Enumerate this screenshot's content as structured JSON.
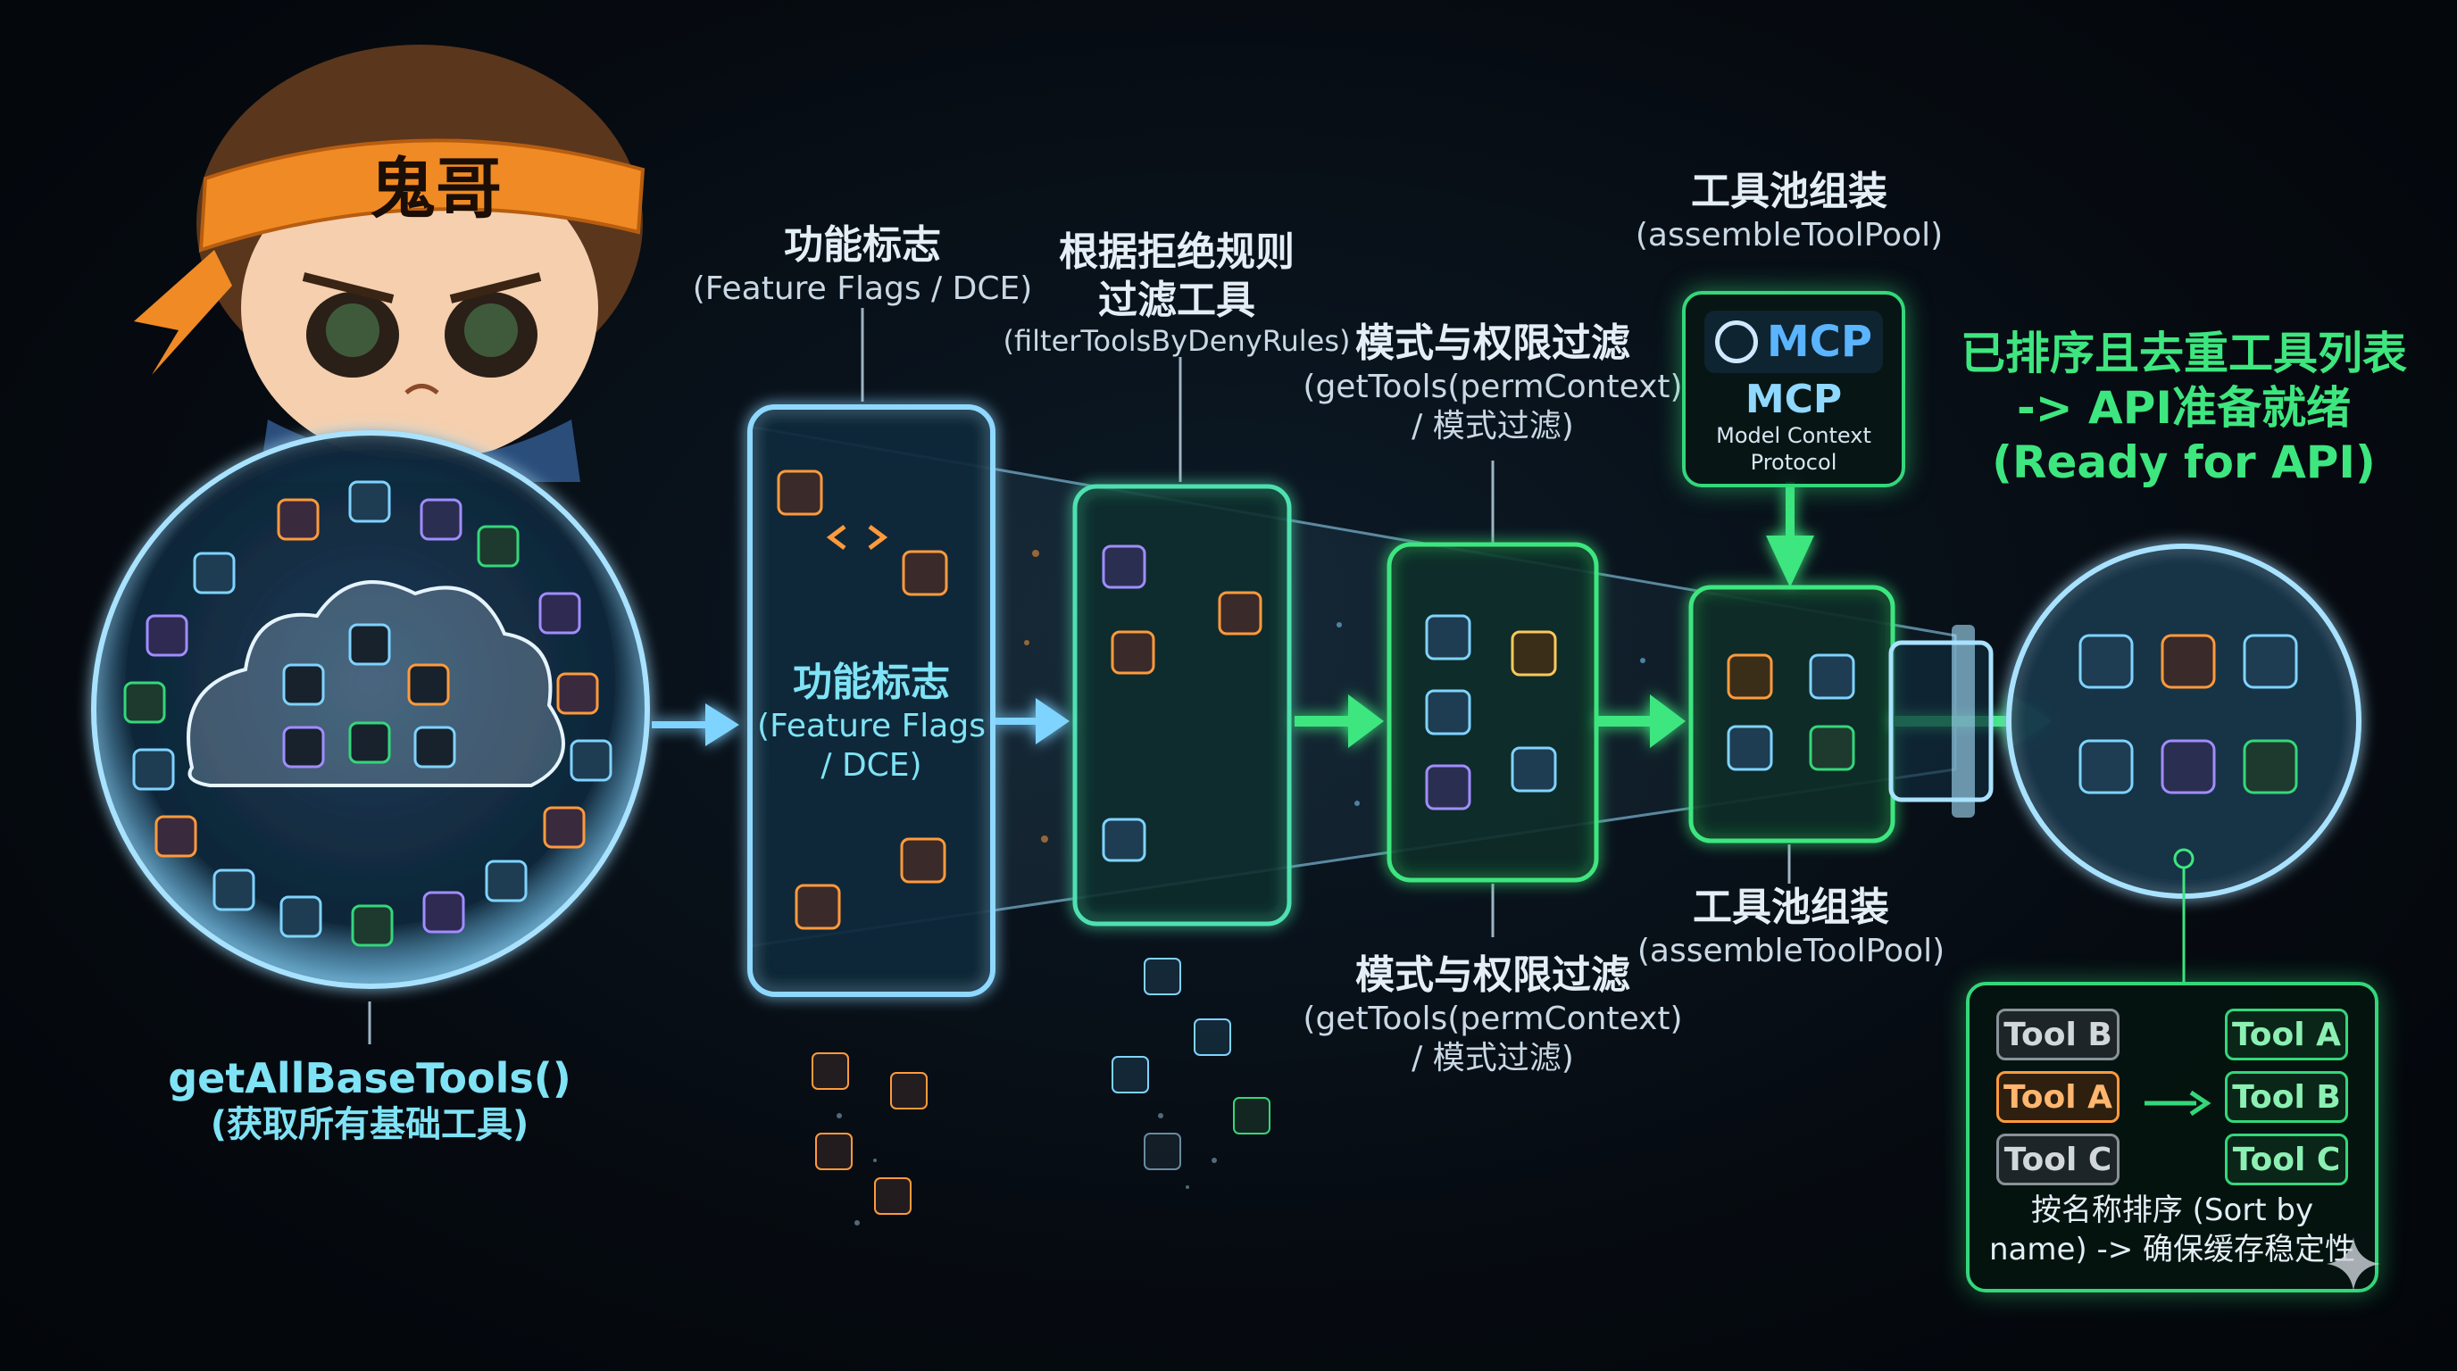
{
  "character": {
    "headband_text": "鬼哥"
  },
  "source": {
    "title": "getAllBaseTools()",
    "subtitle": "(获取所有基础工具)"
  },
  "stages": {
    "feature_flags": {
      "label_zh": "功能标志",
      "label_en": "(Feature Flags / DCE)",
      "inner_zh": "功能标志",
      "inner_en1": "(Feature Flags",
      "inner_en2": "/ DCE)"
    },
    "deny_rules": {
      "label_zh1": "根据拒绝规则",
      "label_zh2": "过滤工具",
      "label_en": "(filterToolsByDenyRules)"
    },
    "permission": {
      "top_zh": "模式与权限过滤",
      "top_en": "(getTools(permContext)",
      "top_en2": "/ 模式过滤)",
      "bottom_zh": "模式与权限过滤",
      "bottom_en": "(getTools(permContext)",
      "bottom_en2": "/ 模式过滤)"
    },
    "assemble": {
      "top_zh": "工具池组装",
      "top_en": "(assembleToolPool)",
      "bottom_zh": "工具池组装",
      "bottom_en": "(assembleToolPool)"
    }
  },
  "mcp": {
    "logo_text": "MCP",
    "title": "MCP",
    "line1": "Model Context",
    "line2": "Protocol"
  },
  "result": {
    "line1": "已排序且去重工具列表",
    "line2": "-> API准备就绪",
    "line3": "(Ready for API)"
  },
  "sort_box": {
    "left": [
      "Tool B",
      "Tool A",
      "Tool C"
    ],
    "right": [
      "Tool A",
      "Tool B",
      "Tool C"
    ],
    "note1": "按名称排序 (Sort by",
    "note2": "name) -> 确保缓存稳定性"
  },
  "colors": {
    "accent_cyan": "#7fe3f5",
    "accent_green": "#34d77a",
    "accent_orange": "#ff9a3c"
  }
}
